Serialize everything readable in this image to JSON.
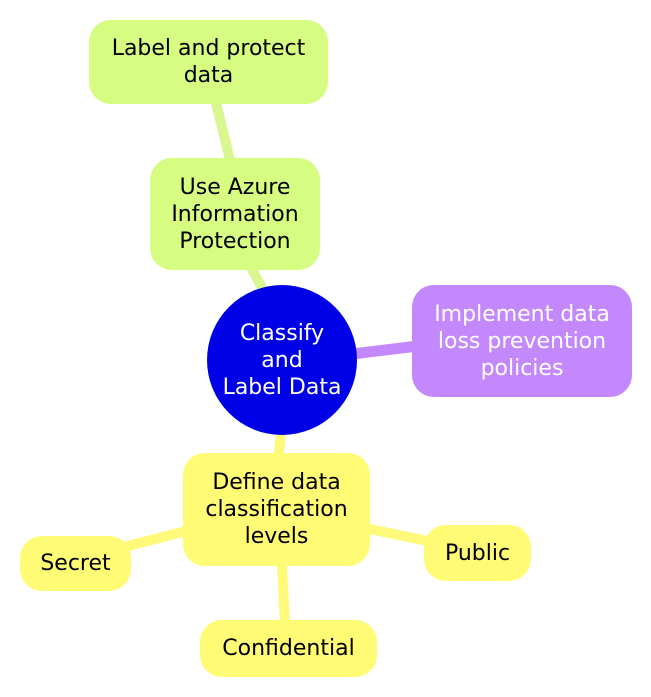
{
  "colors": {
    "root_fill": "#0000e6",
    "root_text": "#ffffff",
    "green_fill": "#d6fc82",
    "green_edge": "#d9f790",
    "purple_fill": "#c389fc",
    "purple_text": "#ffffff",
    "yellow_fill": "#fffb74",
    "yellow_edge": "#fff97a",
    "dark_text": "#000000"
  },
  "nodes": {
    "root": {
      "text": "Classify and\nLabel Data"
    },
    "label_protect": {
      "text": "Label and protect\ndata"
    },
    "azure_ip": {
      "text": "Use Azure\nInformation\nProtection"
    },
    "dlp": {
      "text": "Implement data\nloss prevention\npolicies"
    },
    "levels": {
      "text": "Define data\nclassification\nlevels"
    },
    "secret": {
      "text": "Secret"
    },
    "public": {
      "text": "Public"
    },
    "confidential": {
      "text": "Confidential"
    }
  }
}
